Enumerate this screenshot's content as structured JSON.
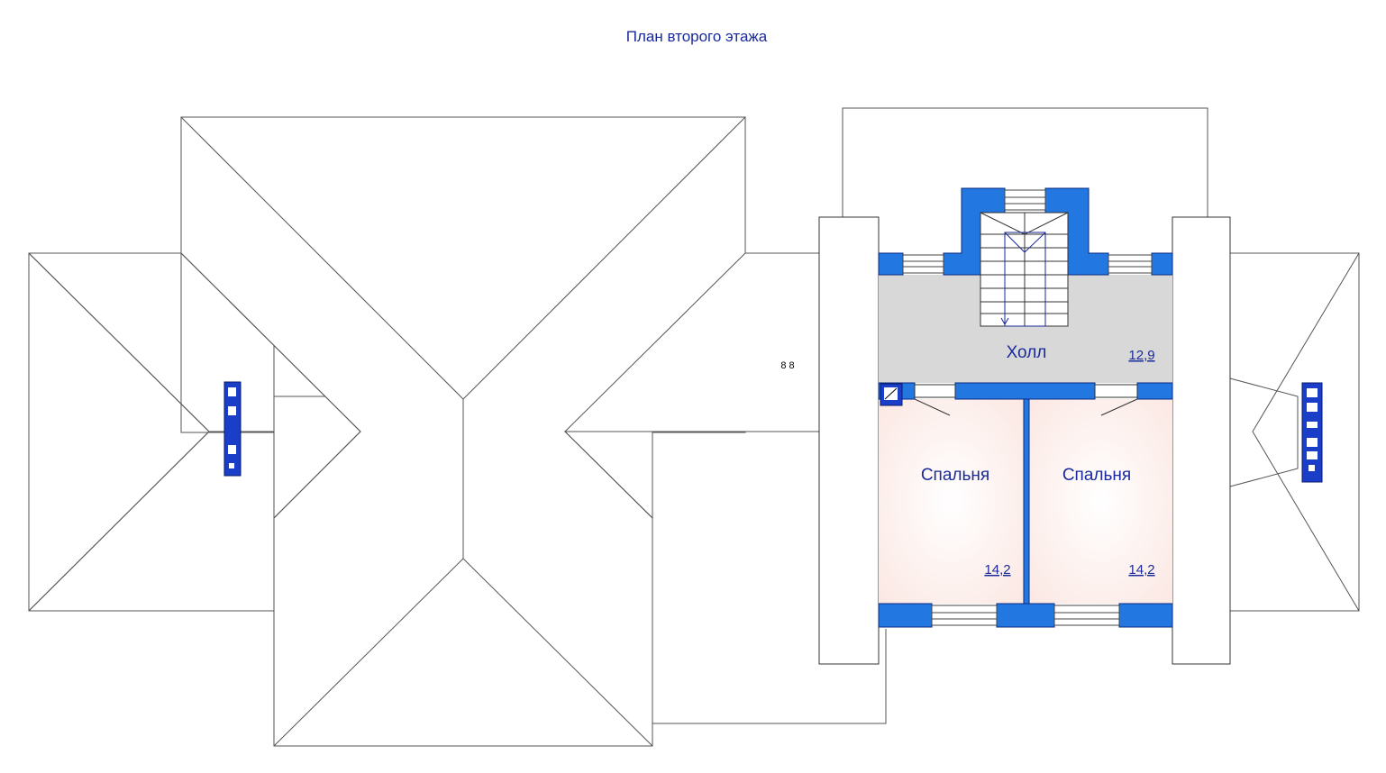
{
  "title": "План второго этажа",
  "rooms": [
    {
      "name": "Холл",
      "area": "12,9"
    },
    {
      "name": "Спальня",
      "area": "14,2"
    },
    {
      "name": "Спальня",
      "area": "14,2"
    }
  ],
  "note": "8 8",
  "colors": {
    "wall": "#2277e0",
    "hall_fill": "#d8d8d8",
    "bedroom_fill": "#fbeae6",
    "label": "#1a2a9a",
    "chimney": "#1a3ec8"
  }
}
